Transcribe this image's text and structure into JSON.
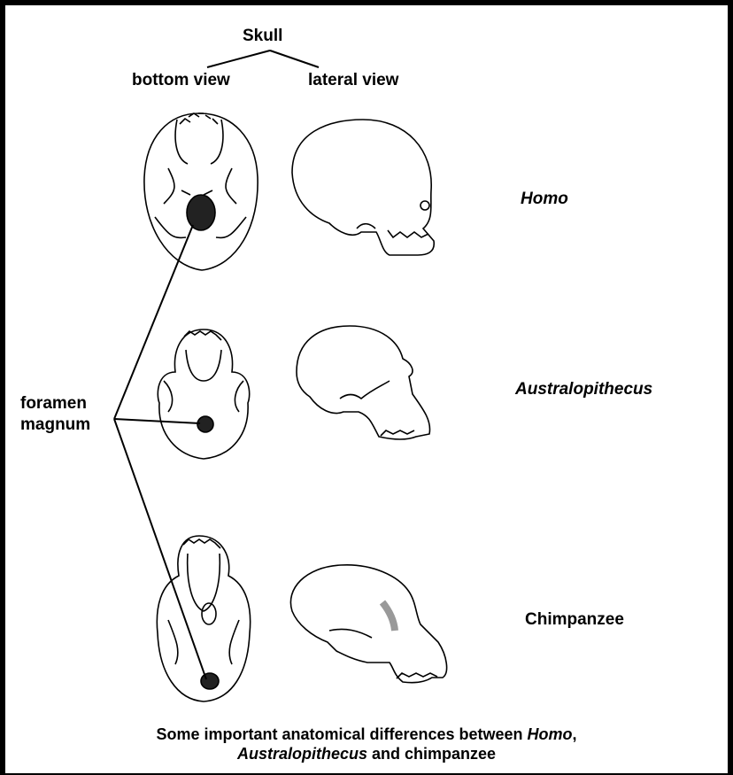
{
  "header": {
    "skull": "Skull",
    "bottom_view": "bottom view",
    "lateral_view": "lateral view"
  },
  "species": {
    "homo": "Homo",
    "australopithecus": "Australopithecus",
    "chimpanzee": "Chimpanzee"
  },
  "foramen_label": {
    "line1": "foramen",
    "line2": "magnum"
  },
  "caption": {
    "part1": "Some important anatomical differences between ",
    "homo": "Homo",
    "part2": ",",
    "australopithecus": "Australopithecus",
    "part3": " and chimpanzee"
  }
}
